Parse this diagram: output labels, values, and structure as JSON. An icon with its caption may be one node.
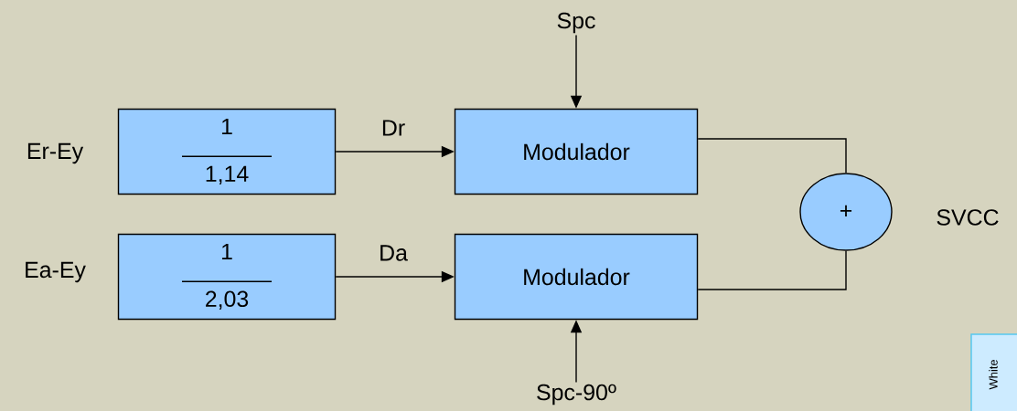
{
  "diagram": {
    "nodes": [
      {
        "text": [
          "1",
          "1,14"
        ]
      },
      {
        "text": [
          "Modulador"
        ]
      },
      {
        "text": [
          "1",
          "2,03"
        ]
      },
      {
        "text": [
          "Modulador"
        ]
      },
      {
        "text": [
          "+"
        ]
      },
      {
        "text": [
          "Spc"
        ]
      },
      {
        "text": [
          "Spc-90º"
        ]
      }
    ],
    "edges": [
      {
        "from": 0,
        "to": 1,
        "arrow": "to",
        "label": "Dr"
      },
      {
        "from": 2,
        "to": 3,
        "arrow": "to",
        "label": "Da"
      },
      {
        "from": 5,
        "to": 1,
        "arrow": "to"
      },
      {
        "from": 6,
        "to": 3,
        "arrow": "to"
      },
      {
        "from": 1,
        "to": 4,
        "arrow": "none"
      },
      {
        "from": 3,
        "to": 4,
        "arrow": "none"
      }
    ],
    "labels": [
      "Er-Ey",
      "Ea-Ey",
      "SVCC",
      "White"
    ]
  }
}
